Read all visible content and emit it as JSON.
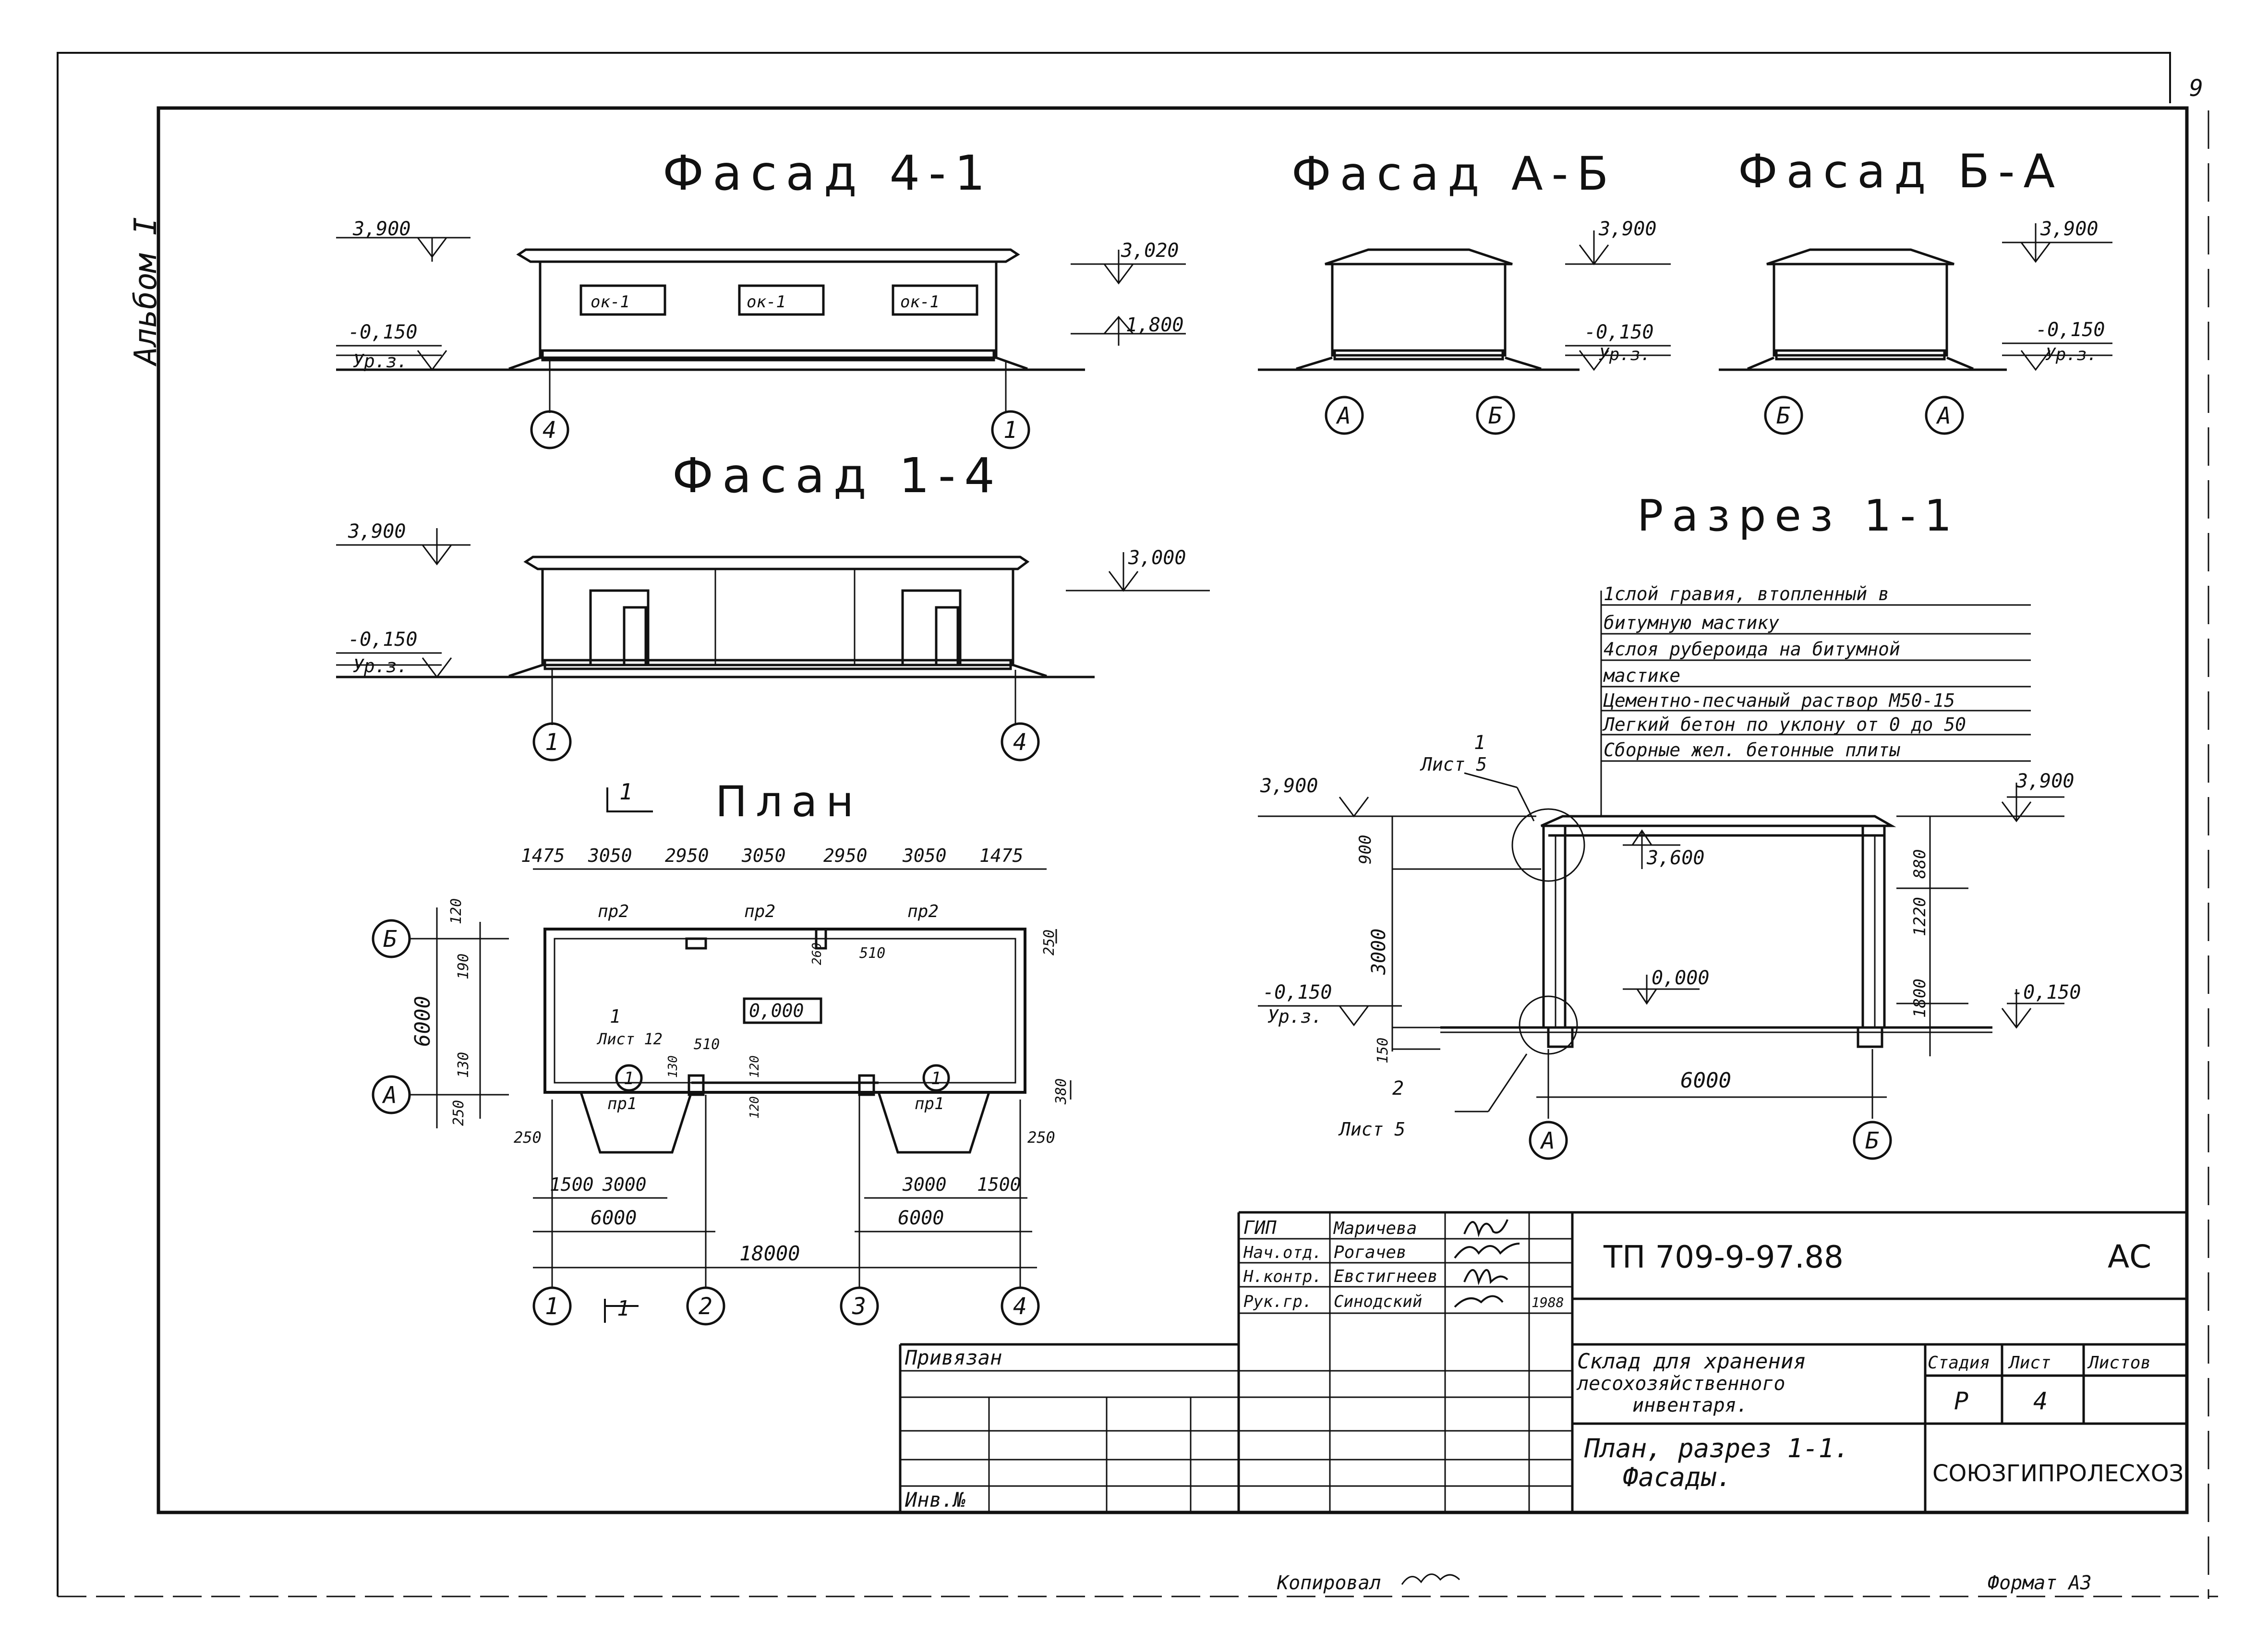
{
  "sheet": {
    "page_number": "9",
    "album": "Альбом I",
    "copied_by": "Копировал",
    "format": "Формат А3"
  },
  "facade_4_1": {
    "title": "Фасад 4-1",
    "level_top": "3,900",
    "level_ground": "-0,150",
    "ground_label": "Ур.з.",
    "level_window_top": "3,020",
    "level_window_sill": "1,800",
    "windows": [
      "ок-1",
      "ок-1",
      "ок-1"
    ],
    "axes": [
      "4",
      "1"
    ]
  },
  "facade_a_b": {
    "title": "Фасад А-Б",
    "level_top": "3,900",
    "level_ground": "-0,150",
    "ground_label": "Ур.з.",
    "axes": [
      "А",
      "Б"
    ]
  },
  "facade_b_a": {
    "title": "Фасад Б-А",
    "level_top": "3,900",
    "level_ground": "-0,150",
    "ground_label": "Ур.з.",
    "axes": [
      "Б",
      "А"
    ]
  },
  "facade_1_4": {
    "title": "Фасад 1-4",
    "level_top": "3,900",
    "level_ground": "-0,150",
    "ground_label": "Ур.з.",
    "level_door_top": "3,000",
    "axes": [
      "1",
      "4"
    ]
  },
  "plan": {
    "title": "План",
    "cut_mark": "1",
    "top_dims": [
      "1475",
      "3050",
      "2950",
      "3050",
      "2950",
      "3050",
      "1475"
    ],
    "openings": [
      "пр2",
      "пр2",
      "пр2"
    ],
    "left_dims": [
      "120",
      "190",
      "6000",
      "130",
      "250"
    ],
    "right_dims": [
      "250",
      "380"
    ],
    "floor_level": "0,000",
    "inner_dims": [
      "260",
      "510",
      "510",
      "130",
      "120",
      "120"
    ],
    "node_ref": "1",
    "node_sheet": "Лист 12",
    "circle_marks": [
      "1",
      "1"
    ],
    "door_marks": [
      "пр1",
      "пр1"
    ],
    "side_dims": [
      "250",
      "250"
    ],
    "bottom_left_dims": [
      "1500",
      "3000"
    ],
    "bottom_right_dims": [
      "3000",
      "1500"
    ],
    "half_dims": [
      "6000",
      "6000"
    ],
    "total_dim": "18000",
    "axis_left": [
      "Б",
      "А"
    ],
    "axis_bottom": [
      "1",
      "2",
      "3",
      "4"
    ]
  },
  "section_1_1": {
    "title": "Разрез 1-1",
    "layers": [
      "1слой гравия, втопленный в",
      "битумную мастику",
      "4слоя рубероида на битумной",
      "мастике",
      "Цементно-песчаный раствор М50-15",
      "Легкий бетон по уклону от 0 до 50",
      "Сборные жел. бетонные плиты"
    ],
    "level_top_left": "3,900",
    "level_top_right": "3,900",
    "level_ceiling": "3,600",
    "level_floor": "0,000",
    "level_ground_left": "-0,150",
    "level_ground_right": "-0,150",
    "ground_label": "Ур.з.",
    "left_dims": [
      "900",
      "3000",
      "150"
    ],
    "right_dims": [
      "880",
      "1220",
      "1800"
    ],
    "span": "6000",
    "node_top": "1",
    "node_top_sheet": "Лист 5",
    "node_bottom": "2",
    "node_bottom_sheet": "Лист 5",
    "axes": [
      "А",
      "Б"
    ]
  },
  "title_block": {
    "code": "ТП 709-9-97.88",
    "mark": "АС",
    "roles": [
      "ГИП",
      "Нач.отд.",
      "Н.контр.",
      "Рук.гр."
    ],
    "names": [
      "Маричева",
      "Рогачев",
      "Евстигнеев",
      "Синодский"
    ],
    "year": "1988",
    "attached": "Привязан",
    "inv": "Инв.№",
    "project_name": [
      "Склад для хранения",
      "лесохозяйственного",
      "инвентаря."
    ],
    "sheet_name": [
      "План, разрез 1-1.",
      "Фасады."
    ],
    "stage_header": "Стадия",
    "sheet_header": "Лист",
    "sheets_header": "Листов",
    "stage": "Р",
    "sheet": "4",
    "sheets": "",
    "org": "СОЮЗГИПРОЛЕСХОЗ"
  },
  "colors": {
    "ink": "#111111",
    "paper": "#ffffff"
  }
}
